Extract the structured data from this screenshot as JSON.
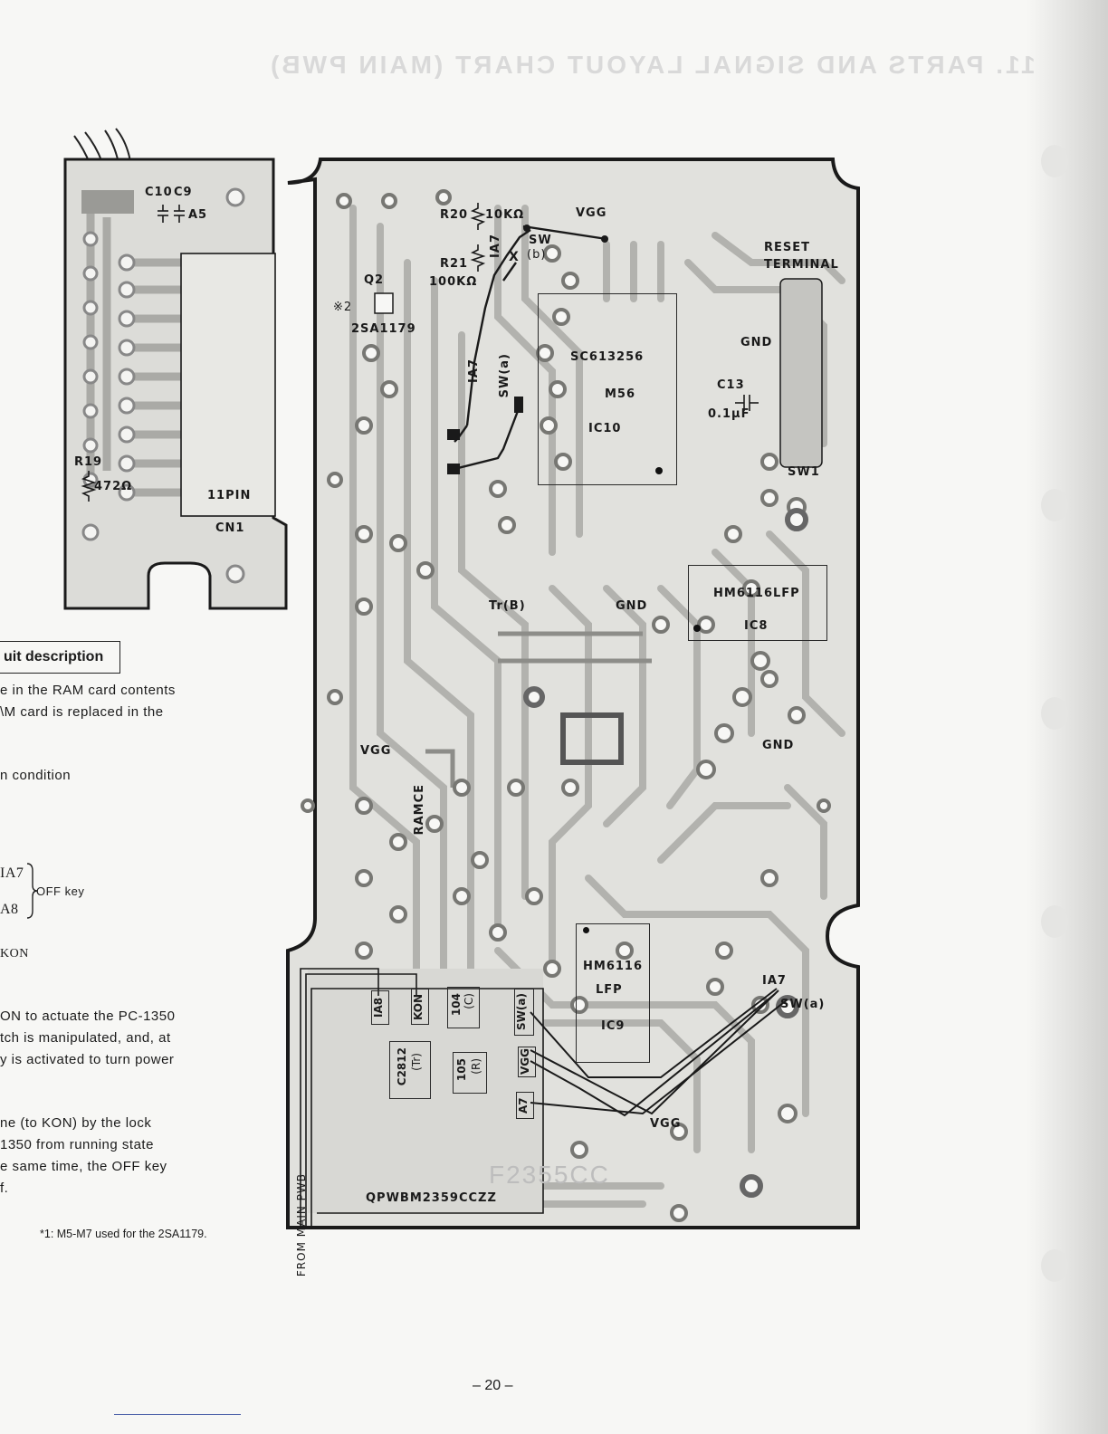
{
  "page": {
    "number": "– 20 –"
  },
  "left_text": {
    "heading": "uit description",
    "lines": [
      "e in the RAM card contents",
      "\\M card is replaced in the",
      "n condition",
      "ON to actuate the PC-1350",
      "tch is manipulated, and, at",
      "y is activated to turn power",
      "ne (to KON) by the lock",
      "1350 from running state",
      "e same time, the OFF key",
      "f."
    ],
    "signals": {
      "ia7": "IA7",
      "ia8": "A8",
      "kon": "KON",
      "off_key": "OFF key"
    },
    "footnote": "*1:  M5-M7 used for the 2SA1179."
  },
  "ghost_title": "11. PARTS AND SIGNAL LAYOUT CHART (MAIN PWB)",
  "connector_board": {
    "c10": "C10",
    "c9": "C9",
    "a5": "A5",
    "r19": "R19",
    "r19_value": "472Ω",
    "pins": "11PIN",
    "cn1": "CN1"
  },
  "main_board": {
    "r20": "R20",
    "r20_value": "10KΩ",
    "r21": "R21",
    "r21_value": "100KΩ",
    "sw_b": "SW",
    "sw_b_sub": "(b)",
    "ia7_top": "IA7",
    "x_mark": "X",
    "vgg_top": "VGG",
    "q2": "Q2",
    "q2_note": "※2",
    "q2_part": "2SA1179",
    "ia7_mid": "IA7",
    "sw_a_mid": "SW(a)",
    "ic10_part": "SC613256",
    "ic10_code": "M56",
    "ic10": "IC10",
    "reset": "RESET",
    "terminal": "TERMINAL",
    "gnd_right": "GND",
    "c13": "C13",
    "c13_value": "0.1μF",
    "sw1": "SW1",
    "ic8_part": "HM6116LFP",
    "ic8": "IC8",
    "tr_b": "Tr(B)",
    "gnd_center": "GND",
    "vgg_left": "VGG",
    "gnd_mid_right": "GND",
    "ramce": "RAMCE",
    "ic9_part_a": "HM6116",
    "ic9_part_b": "LFP",
    "ic9": "IC9",
    "ia7_br": "IA7",
    "sw_a_br": "SW(a)",
    "vgg_bottom": "VGG",
    "ia8_box": "IA8",
    "kon_box": "KON",
    "c104": "104",
    "c104_sub": "(C)",
    "c2812": "C2812",
    "c2812_sub": "(Tr)",
    "r105": "105",
    "r105_sub": "(R)",
    "sw_a_box": "SW(a)",
    "vgg_box": "VGG",
    "a7_box": "A7",
    "pwb_code": "QPWBM2359CCZZ",
    "serial": "F2355CC",
    "from_main": "FROM MAIN PWB"
  }
}
